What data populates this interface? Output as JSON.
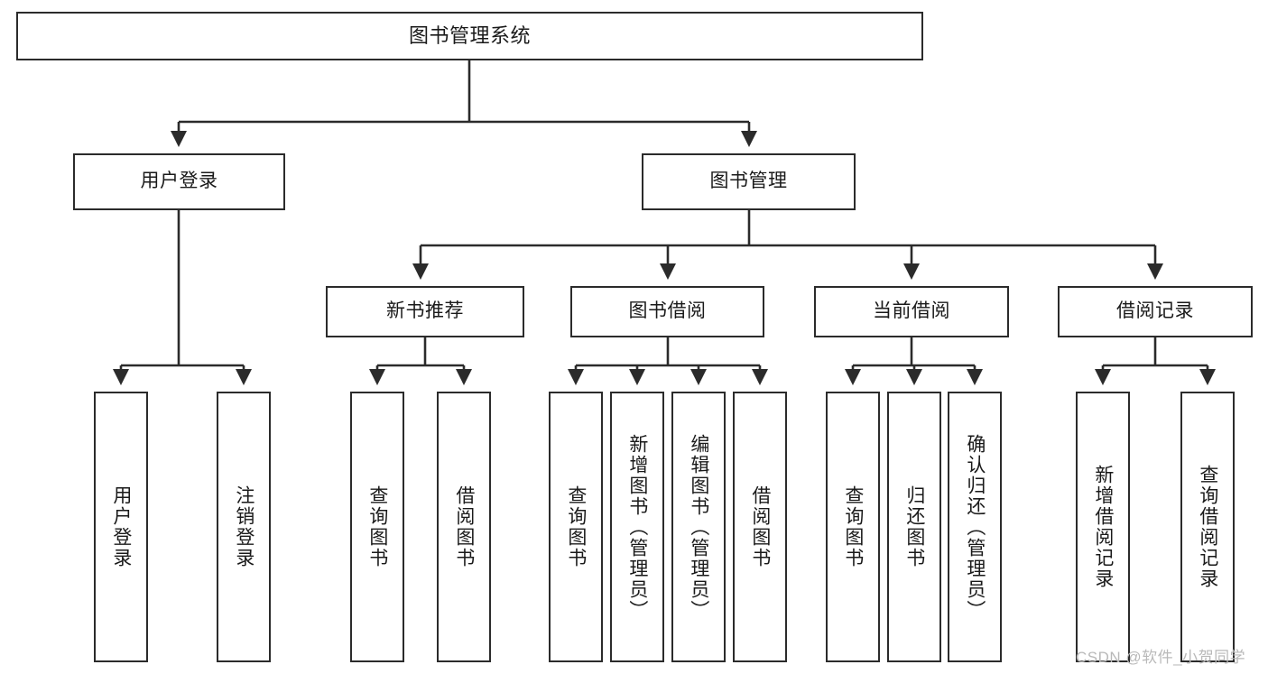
{
  "diagram": {
    "type": "tree-hierarchy",
    "title": "图书管理系统",
    "watermark": "CSDN @软件_小贺同学",
    "colors": {
      "box_border": "#2b2b2b",
      "box_fill": "#ffffff",
      "edge": "#2b2b2b",
      "text": "#1a1a1a",
      "watermark": "#b9b9b9",
      "background": "#ffffff"
    }
  },
  "nodes": {
    "root": {
      "label": "图书管理系统"
    },
    "level2": [
      {
        "label": "用户登录"
      },
      {
        "label": "图书管理"
      }
    ],
    "level3": [
      {
        "label": "新书推荐"
      },
      {
        "label": "图书借阅"
      },
      {
        "label": "当前借阅"
      },
      {
        "label": "借阅记录"
      }
    ],
    "leaves": {
      "user_login": [
        {
          "label": "用户登录"
        },
        {
          "label": "注销登录"
        }
      ],
      "new_book_recommend": [
        {
          "label": "查询图书"
        },
        {
          "label": "借阅图书"
        }
      ],
      "book_borrow": [
        {
          "label": "查询图书"
        },
        {
          "label": "新增图书（管理员）"
        },
        {
          "label": "编辑图书（管理员）"
        },
        {
          "label": "借阅图书"
        }
      ],
      "current_borrow": [
        {
          "label": "查询图书"
        },
        {
          "label": "归还图书"
        },
        {
          "label": "确认归还（管理员）"
        }
      ],
      "borrow_record": [
        {
          "label": "新增借阅记录"
        },
        {
          "label": "查询借阅记录"
        }
      ]
    }
  }
}
